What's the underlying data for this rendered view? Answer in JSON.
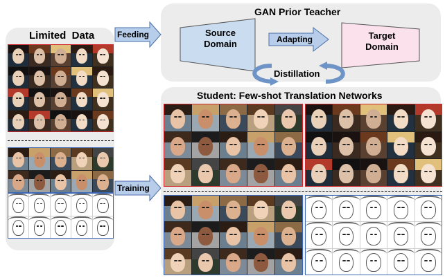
{
  "left_panel": {
    "title": "Limited  Data"
  },
  "teacher": {
    "title": "GAN Prior Teacher",
    "source_line1": "Source",
    "source_line2": "Domain",
    "target_line1": "Target",
    "target_line2": "Domain",
    "adapting_label": "Adapting",
    "distillation_label": "Distillation"
  },
  "student": {
    "title": "Student: Few-shot Translation Networks"
  },
  "arrows": {
    "feeding": "Feeding",
    "training": "Training"
  },
  "colors": {
    "source_fill": "#c9dcf0",
    "target_fill": "#fbe1ec",
    "arrow_fill": "#b7cdea",
    "red_frame": "#d0262b",
    "blue_frame": "#3c67b4",
    "panel": "#ececec"
  },
  "grids": [
    {
      "id": "limited-cartoon",
      "rows": 4,
      "cols": 5,
      "style": "cartoon",
      "frame": "red"
    },
    {
      "id": "limited-photo",
      "rows": 2,
      "cols": 5,
      "style": "photo",
      "frame": "blue"
    },
    {
      "id": "limited-sketch",
      "rows": 2,
      "cols": 5,
      "style": "sketch",
      "frame": "blue"
    },
    {
      "id": "student-input-top",
      "rows": 3,
      "cols": 5,
      "style": "photo",
      "frame": "red"
    },
    {
      "id": "student-output-top",
      "rows": 3,
      "cols": 5,
      "style": "cartoon",
      "frame": "red"
    },
    {
      "id": "student-input-bottom",
      "rows": 3,
      "cols": 5,
      "style": "photo",
      "frame": "blue"
    },
    {
      "id": "student-output-bottom",
      "rows": 3,
      "cols": 5,
      "style": "sketch",
      "frame": "blue"
    }
  ]
}
